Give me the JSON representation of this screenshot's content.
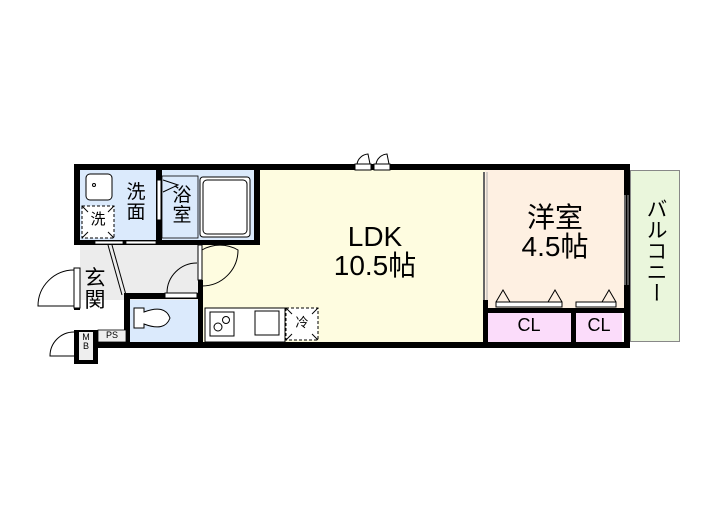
{
  "floorplan": {
    "rooms": {
      "ldk": {
        "name": "LDK",
        "size": "10.5帖",
        "color": "#fefce0"
      },
      "western_room": {
        "name": "洋室",
        "size": "4.5帖",
        "color": "#fef0e2"
      },
      "balcony": {
        "name": "バルコニー",
        "color": "#eaf6dc"
      },
      "washroom": {
        "name_line1": "洗",
        "name_line2": "面",
        "color": "#dbeafc"
      },
      "bathroom": {
        "name_line1": "浴",
        "name_line2": "室",
        "color": "#dbeafc"
      },
      "entrance": {
        "name_line1": "玄",
        "name_line2": "関",
        "color": "#ececec"
      },
      "toilet": {
        "color": "#dbeafc"
      },
      "closet_1": {
        "name": "CL",
        "color": "#fbdcfa"
      },
      "closet_2": {
        "name": "CL",
        "color": "#fbdcfa"
      }
    },
    "fixtures": {
      "washing_machine": "洗",
      "refrigerator": "冷",
      "pipe_space": "PS",
      "meter_box_line1": "M",
      "meter_box_line2": "B"
    }
  }
}
